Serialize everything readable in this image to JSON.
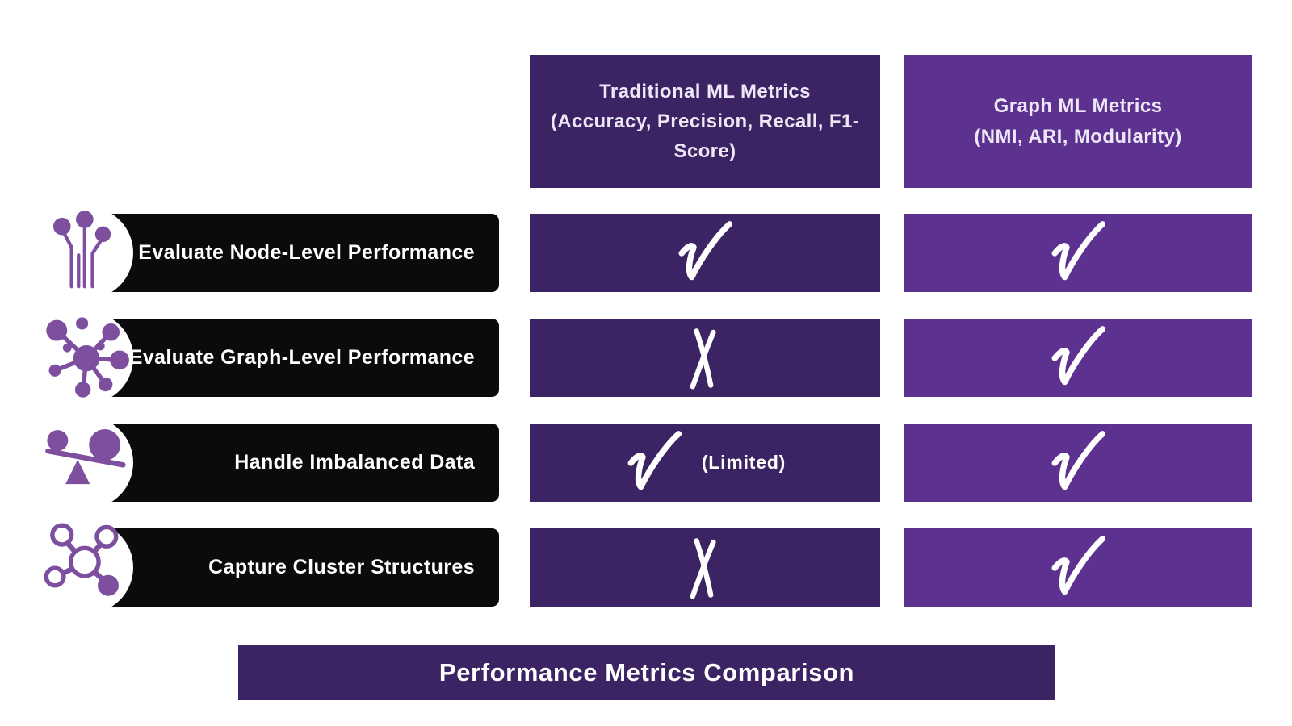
{
  "colors": {
    "dark_purple": "#3c2363",
    "light_purple": "#5d3190",
    "row_bar_black": "#0b0a0c",
    "icon_purple": "#7d4f9e",
    "header_text": "#eee7f6",
    "mark_white": "#ffffff"
  },
  "columns": [
    {
      "id": "traditional",
      "title": "Traditional ML Metrics",
      "subtitle": "(Accuracy, Precision, Recall, F1-Score)"
    },
    {
      "id": "graph",
      "title": "Graph ML Metrics",
      "subtitle": "(NMI, ARI, Modularity)"
    }
  ],
  "rows": [
    {
      "label": "Evaluate Node-Level Performance",
      "icon": "node-pins-icon",
      "cells": {
        "traditional": {
          "mark": "check",
          "note": ""
        },
        "graph": {
          "mark": "check",
          "note": ""
        }
      }
    },
    {
      "label": "Evaluate Graph-Level Performance",
      "icon": "network-hub-icon",
      "cells": {
        "traditional": {
          "mark": "cross",
          "note": ""
        },
        "graph": {
          "mark": "check",
          "note": ""
        }
      }
    },
    {
      "label": "Handle Imbalanced Data",
      "icon": "balance-seesaw-icon",
      "cells": {
        "traditional": {
          "mark": "check",
          "note": "(Limited)"
        },
        "graph": {
          "mark": "check",
          "note": ""
        }
      }
    },
    {
      "label": "Capture Cluster Structures",
      "icon": "cluster-outline-icon",
      "cells": {
        "traditional": {
          "mark": "cross",
          "note": ""
        },
        "graph": {
          "mark": "check",
          "note": ""
        }
      }
    }
  ],
  "footer": {
    "title": "Performance Metrics Comparison"
  }
}
